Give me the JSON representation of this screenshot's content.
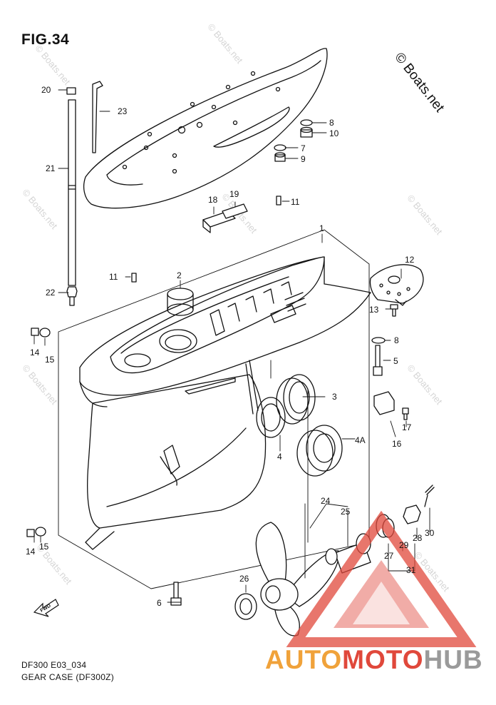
{
  "figure": {
    "title": "FIG.34",
    "copyright": "© Boats.net",
    "model_code": "DF300 E03_034",
    "caption": "GEAR CASE (DF300Z)",
    "fwd_label": "FWD"
  },
  "brand": {
    "part1": "AUTO",
    "part2": "MOTO",
    "part3": "HUB"
  },
  "watermark": "© Boats.net",
  "callouts": {
    "c1": "1",
    "c2": "2",
    "c3": "3",
    "c4": "4",
    "c4a": "4A",
    "c5": "5",
    "c6": "6",
    "c7": "7",
    "c8a": "8",
    "c8b": "8",
    "c9": "9",
    "c10": "10",
    "c11a": "11",
    "c11b": "11",
    "c12": "12",
    "c13": "13",
    "c14a": "14",
    "c14b": "14",
    "c15a": "15",
    "c15b": "15",
    "c16": "16",
    "c17": "17",
    "c18": "18",
    "c19": "19",
    "c20": "20",
    "c21": "21",
    "c22": "22",
    "c23": "23",
    "c24": "24",
    "c25": "25",
    "c26": "26",
    "c27": "27",
    "c28": "28",
    "c29": "29",
    "c30": "30",
    "c31": "31"
  },
  "colors": {
    "line": "#111111",
    "brand_orange": "#f0a23a",
    "brand_red": "#e0483b",
    "brand_gray": "#9a9a9a",
    "logo_red": "#e0483b"
  }
}
